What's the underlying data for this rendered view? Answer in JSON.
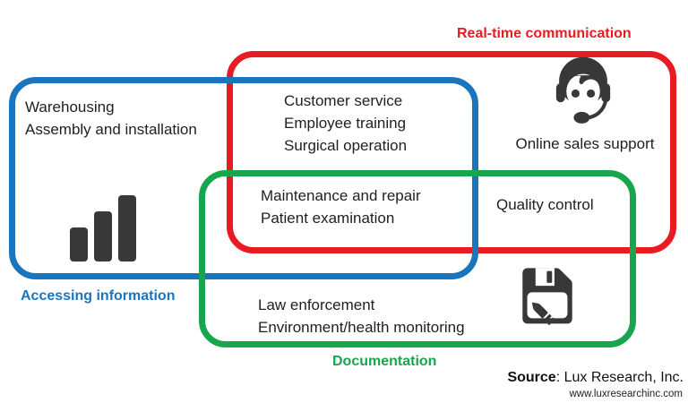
{
  "sets": {
    "accessing": {
      "label": "Accessing information",
      "color": "#1b75bc"
    },
    "realtime": {
      "label": "Real-time communication",
      "color": "#e81b22"
    },
    "documentation": {
      "label": "Documentation",
      "color": "#17a64d"
    }
  },
  "regions": {
    "accessing_only": [
      "Warehousing",
      "Assembly and installation"
    ],
    "accessing_realtime": [
      "Customer service",
      "Employee training",
      "Surgical operation"
    ],
    "realtime_only": [
      "Online sales support"
    ],
    "all_three": [
      "Maintenance and repair",
      "Patient examination"
    ],
    "realtime_documentation": [
      "Quality control"
    ],
    "documentation_only": [
      "Law enforcement",
      "Environment/health monitoring"
    ]
  },
  "icons": {
    "accessing": "bar-chart-icon",
    "realtime": "support-agent-icon",
    "documentation": "floppy-pencil-icon",
    "color": "#383838"
  },
  "footer": {
    "source_label": "Source",
    "source_rest": ": Lux Research, Inc.",
    "website": "www.luxresearchinc.com"
  }
}
